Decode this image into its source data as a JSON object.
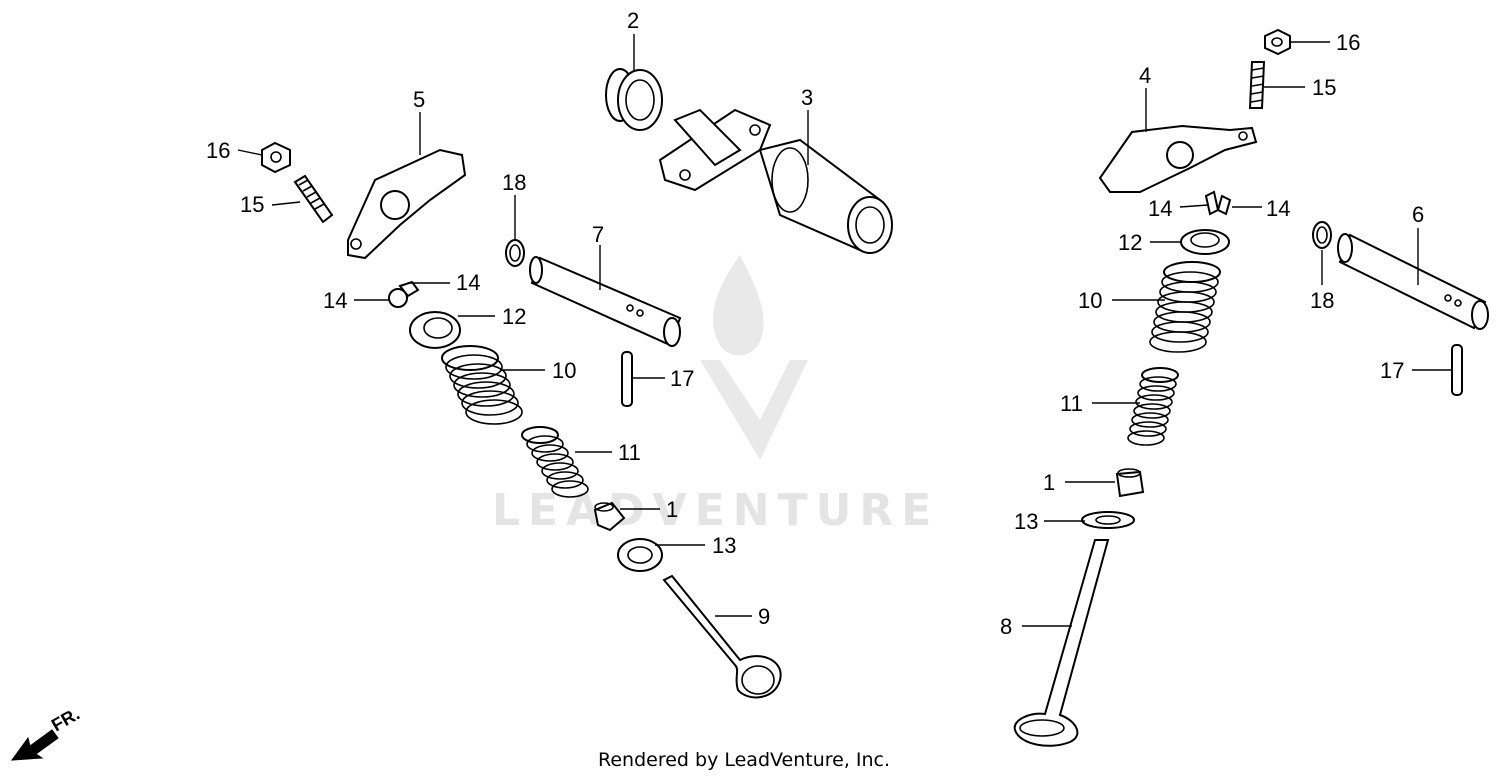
{
  "watermark": {
    "text": "LEADVENTURE"
  },
  "footer": {
    "text": "Rendered by LeadVenture, Inc."
  },
  "front_indicator": {
    "label": "FR."
  },
  "callouts": {
    "left_16": "16",
    "left_15": "15",
    "left_5": "5",
    "left_18": "18",
    "left_7": "7",
    "left_14a": "14",
    "left_14b": "14",
    "left_12": "12",
    "left_10": "10",
    "left_17": "17",
    "left_11": "11",
    "left_1": "1",
    "left_13": "13",
    "left_9": "9",
    "top_2": "2",
    "top_3": "3",
    "right_16": "16",
    "right_15": "15",
    "right_4": "4",
    "right_14a": "14",
    "right_14b": "14",
    "right_12": "12",
    "right_6": "6",
    "right_10": "10",
    "right_18": "18",
    "right_17": "17",
    "right_11": "11",
    "right_1": "1",
    "right_13": "13",
    "right_8": "8"
  }
}
